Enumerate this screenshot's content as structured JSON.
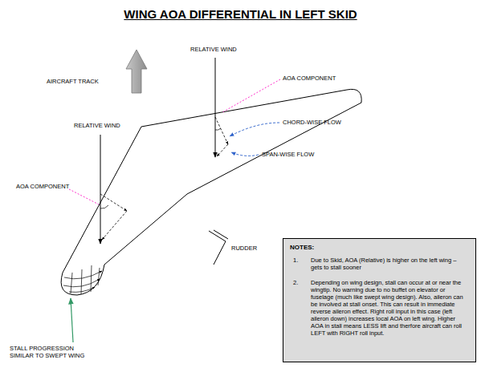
{
  "diagram": {
    "title": "WING AOA DIFFERENTIAL IN LEFT SKID",
    "nodes": [
      {
        "text": [
          "NOTES:",
          "1.",
          "Due to Skid, AOA (Relative) is higher on the left wing – gets to stall sooner",
          "2.",
          "Depending on wing design, stall can occur at or near the wingtip. No warning due to no buffet on elevator or fuselage (much like swept wing design). Also, aileron can be involved at stall onset. This can result in immediate reverse aileron effect. Right roll input in this case (left aileron down) increases local AOA on left wing. Higher AOA in stall means LESS lift and therfore aircraft can roll LEFT with RIGHT roll input."
        ]
      }
    ],
    "labels": [
      "AIRCRAFT TRACK",
      "RELATIVE WIND",
      "AOA COMPONENT",
      "RELATIVE WIND",
      "CHORD-WISE FLOW",
      "AOA COMPONENT",
      "SPAN-WISE FLOW",
      "RUDDER",
      "STALL PROGRESSION SIMILAR TO SWEPT WING"
    ]
  }
}
